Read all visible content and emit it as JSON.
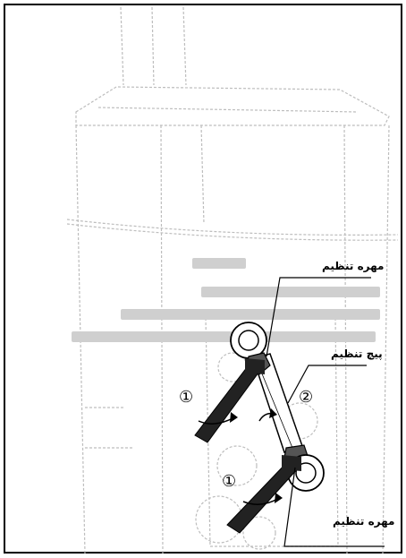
{
  "labels": {
    "top_nut": "مهره تنظیم",
    "screw": "پیچ تنظیم",
    "bottom_nut": "مهره تنظیم"
  },
  "markers": {
    "one_upper": "①",
    "two": "②",
    "one_lower": "①"
  },
  "colors": {
    "line": "#000000",
    "ghost": "#bdbdbd",
    "part": "#222222"
  }
}
